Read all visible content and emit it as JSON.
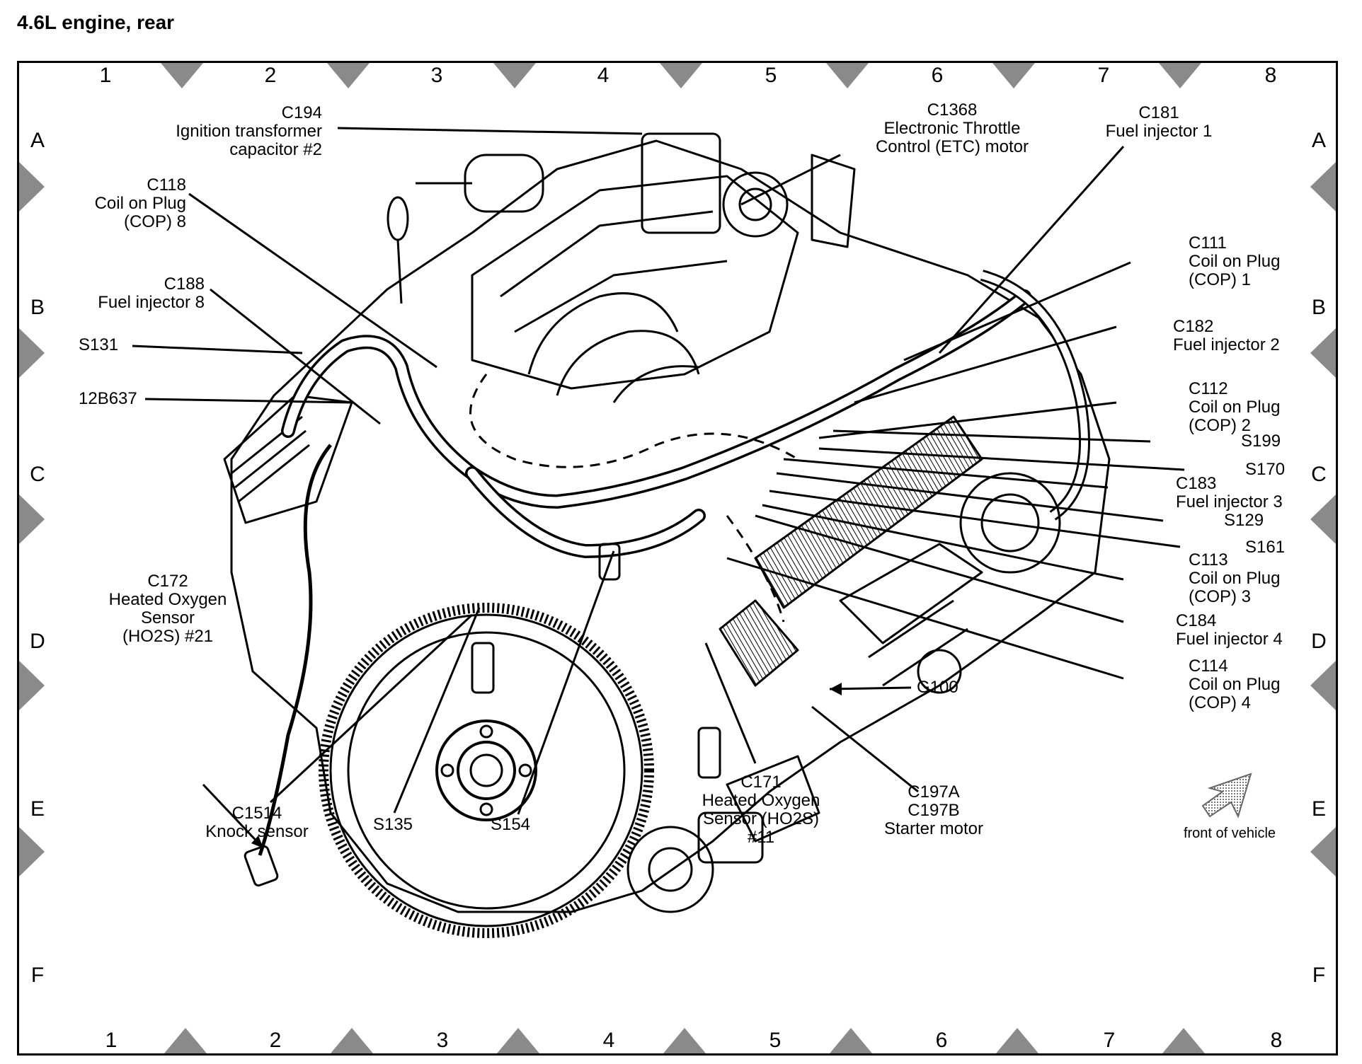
{
  "title": "4.6L  engine,  rear",
  "grid": {
    "columns": [
      "1",
      "2",
      "3",
      "4",
      "5",
      "6",
      "7",
      "8"
    ],
    "rows": [
      "A",
      "B",
      "C",
      "D",
      "E",
      "F"
    ]
  },
  "callouts": {
    "c194": [
      "C194",
      "Ignition transformer",
      "capacitor #2"
    ],
    "c1368": [
      "C1368",
      "Electronic Throttle",
      "Control (ETC) motor"
    ],
    "c181": [
      "C181",
      "Fuel injector 1"
    ],
    "c118": [
      "C118",
      "Coil on Plug",
      "(COP) 8"
    ],
    "c111": [
      "C111",
      "Coil on Plug",
      "(COP) 1"
    ],
    "c188": [
      "C188",
      "Fuel injector 8"
    ],
    "c182": [
      "C182",
      "Fuel injector 2"
    ],
    "s131": [
      "S131"
    ],
    "c112": [
      "C112",
      "Coil on Plug",
      "(COP) 2"
    ],
    "b12b637": [
      "12B637"
    ],
    "s199": [
      "S199"
    ],
    "s170": [
      "S170"
    ],
    "c183": [
      "C183",
      "Fuel injector 3"
    ],
    "s129": [
      "S129"
    ],
    "s161": [
      "S161"
    ],
    "c113": [
      "C113",
      "Coil on Plug",
      "(COP) 3"
    ],
    "c172": [
      "C172",
      "Heated Oxygen",
      "Sensor",
      "(HO2S) #21"
    ],
    "c184": [
      "C184",
      "Fuel injector 4"
    ],
    "c114": [
      "C114",
      "Coil on Plug",
      "(COP) 4"
    ],
    "g100": [
      "G100"
    ],
    "c1514": [
      "C1514",
      "Knock sensor"
    ],
    "s135": [
      "S135"
    ],
    "s154": [
      "S154"
    ],
    "c171": [
      "C171",
      "Heated Oxygen",
      "Sensor (HO2S)",
      "#11"
    ],
    "c197": [
      "C197A",
      "C197B",
      "Starter motor"
    ]
  },
  "front_note": "front of vehicle",
  "colors": {
    "ink": "#000000",
    "shade": "#9a9a9a",
    "marker": "#6e6e6e"
  }
}
